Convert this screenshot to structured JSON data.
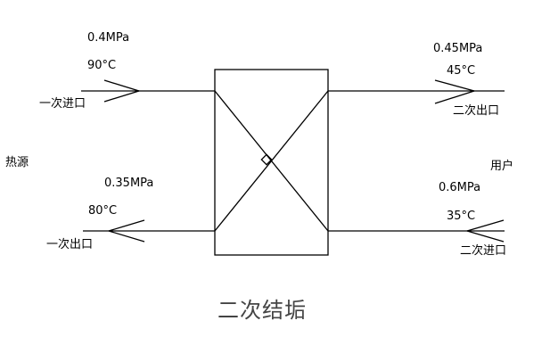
{
  "primary_inlet": {
    "pressure": "0.4MPa",
    "temperature": "90°C",
    "label": "一次进口"
  },
  "primary_outlet": {
    "pressure": "0.35MPa",
    "temperature": "80°C",
    "label": "一次出口"
  },
  "secondary_outlet": {
    "pressure": "0.45MPa",
    "temperature": "45°C",
    "label": "二次出口"
  },
  "secondary_inlet": {
    "pressure": "0.6MPa",
    "temperature": "35°C",
    "label": "二次进口"
  },
  "heat_source_label": "热源",
  "user_label": "用户",
  "title": "二次结垢"
}
